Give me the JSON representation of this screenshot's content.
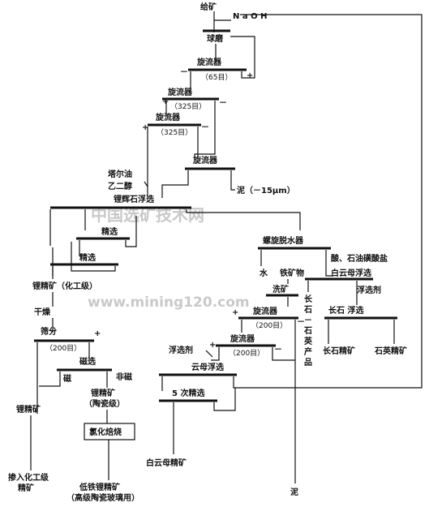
{
  "labels": {
    "feed": "给矿",
    "naoh": "N a O H",
    "ball_mill": "球磨",
    "cyclone_1": "旋流器",
    "mesh_65": "（65目）",
    "cyclone_2": "旋流器",
    "mesh_325_a": "（325目）",
    "cyclone_3": "旋流器",
    "mesh_325_b": "（325目）",
    "cyclone_4": "旋流器",
    "tall_oil": "塔尔油",
    "diethylene_glycol": "乙二醇",
    "slime_15": "泥（－15μm）",
    "spodumene_float": "锂辉石浮选",
    "cleaning_1": "精选",
    "cleaning_2": "精选",
    "li_conc_chem": "锂精矿（化工级）",
    "drying": "干燥",
    "classify": "筛分",
    "mesh_200_a": "（200目）",
    "mag_sep": "磁选",
    "magnetic": "磁",
    "non_magnetic": "非磁",
    "li_conc_ceramic_1": "锂精矿",
    "li_conc_ceramic_2": "（陶瓷级）",
    "chlorination": "氯化焙烧",
    "li_conc_left": "锂精矿",
    "to_chem_1": "掺入化工级",
    "to_chem_2": "精矿",
    "low_fe_1": "低铁锂精矿",
    "low_fe_2": "（高级陶瓷玻璃用）",
    "spiral": "螺旋脱水器",
    "water": "水",
    "iron_minerals": "铁矿物",
    "acid": "酸、石油磺酸盐",
    "dolomite_float": "白云母浮选",
    "wash": "洗矿",
    "cyclone_5": "旋流器",
    "mesh_200_b": "（200目）",
    "cyclone_6": "旋流器",
    "mesh_200_c": "（200目）",
    "flotation_agent_1": "浮选剂",
    "flotation_agent_2": "浮选剂",
    "mica_float": "云母浮选",
    "clean_5": "5 次精选",
    "dolomite_conc": "白云母精矿",
    "slime_bottom": "泥",
    "feldspar_quartz": "长石－石英产品",
    "feldspar_float": "长石 浮选",
    "feldspar_conc": "长石精矿",
    "quartz_conc": "石英精矿",
    "plus": "+",
    "minus": "－"
  },
  "watermark": {
    "cn": "中国选矿技术网",
    "url": "www.mining120.com"
  }
}
